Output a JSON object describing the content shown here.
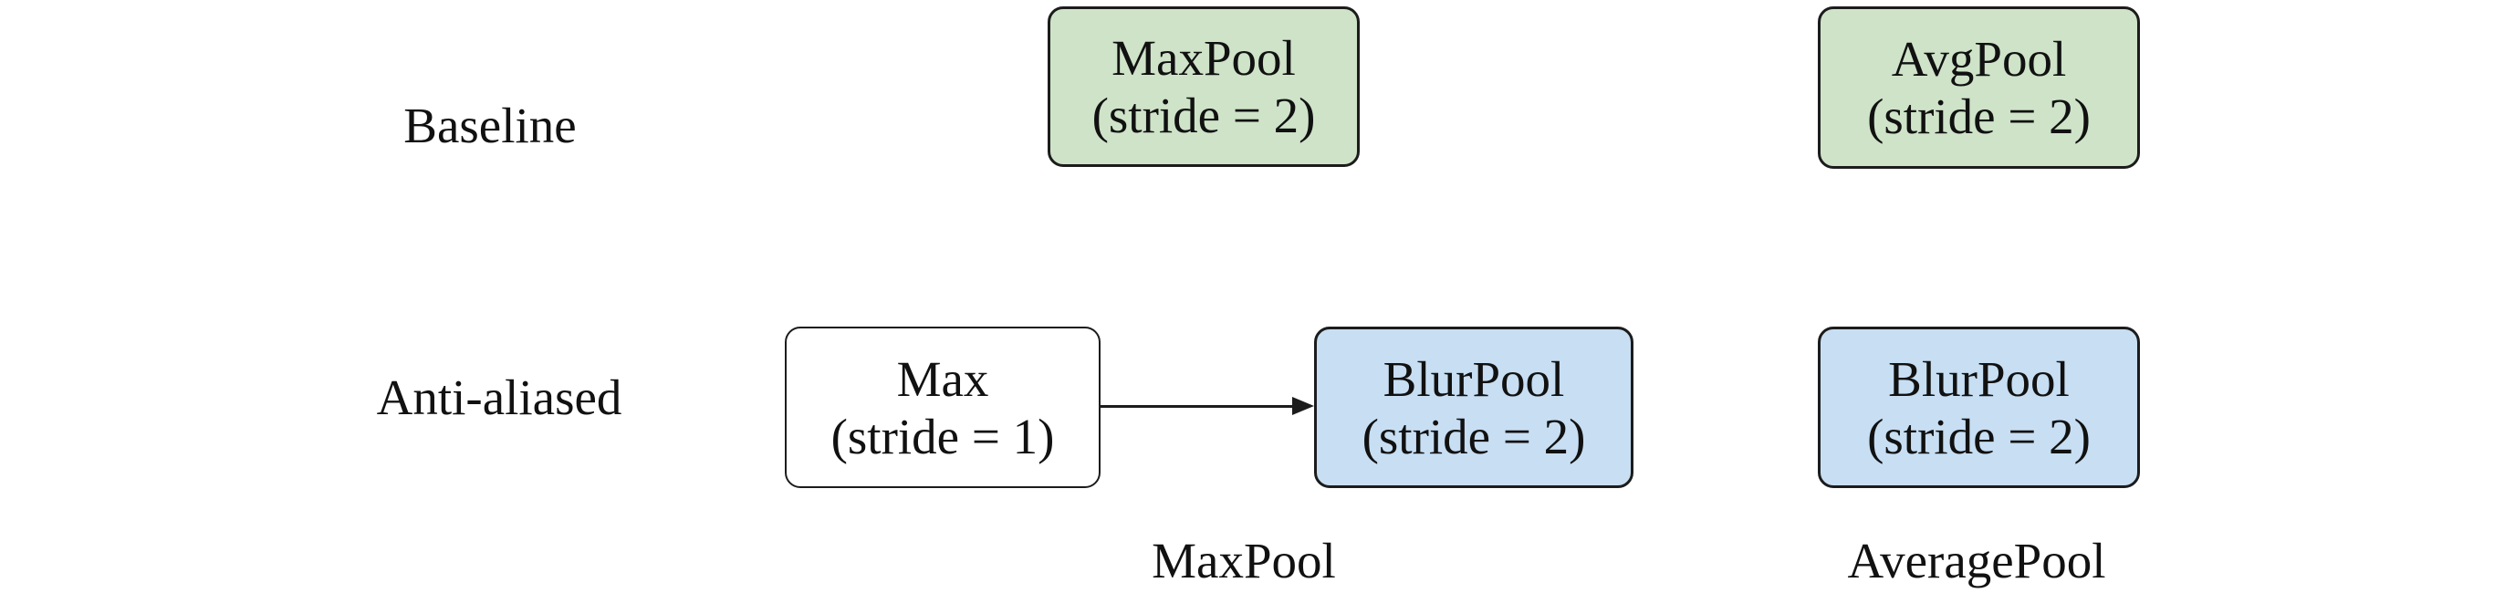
{
  "diagram": {
    "description": "Comparison diagram of baseline pooling vs anti-aliased pooling layers",
    "row_labels": {
      "baseline": "Baseline",
      "anti_aliased": "Anti-aliased"
    },
    "column_labels": {
      "maxpool": "MaxPool",
      "averagepool": "AveragePool"
    },
    "boxes": {
      "baseline_maxpool": {
        "line1": "MaxPool",
        "line2": "(stride = 2)",
        "fill": "green"
      },
      "baseline_avgpool": {
        "line1": "AvgPool",
        "line2": "(stride = 2)",
        "fill": "green"
      },
      "antialiased_max": {
        "line1": "Max",
        "line2": "(stride = 1)",
        "fill": "white"
      },
      "antialiased_blurpool_max": {
        "line1": "BlurPool",
        "line2": "(stride = 2)",
        "fill": "blue"
      },
      "antialiased_blurpool_avg": {
        "line1": "BlurPool",
        "line2": "(stride = 2)",
        "fill": "blue"
      }
    },
    "colors": {
      "green": "#cee3c8",
      "blue": "#c7def3",
      "white": "#ffffff",
      "border": "#1c1c1c",
      "text": "#111111"
    }
  }
}
